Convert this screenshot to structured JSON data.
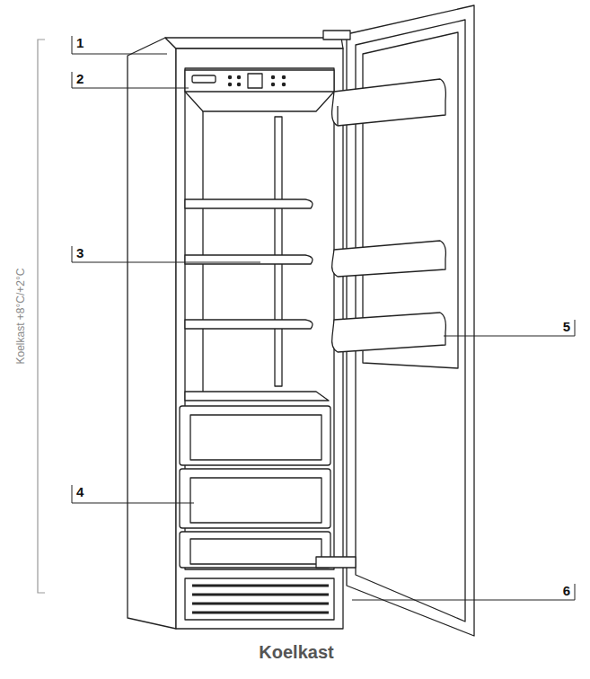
{
  "diagram": {
    "caption": "Koelkast",
    "labels": [
      "1",
      "2",
      "3",
      "4",
      "5",
      "6",
      "Koelkast +8°C/+2°C"
    ]
  }
}
